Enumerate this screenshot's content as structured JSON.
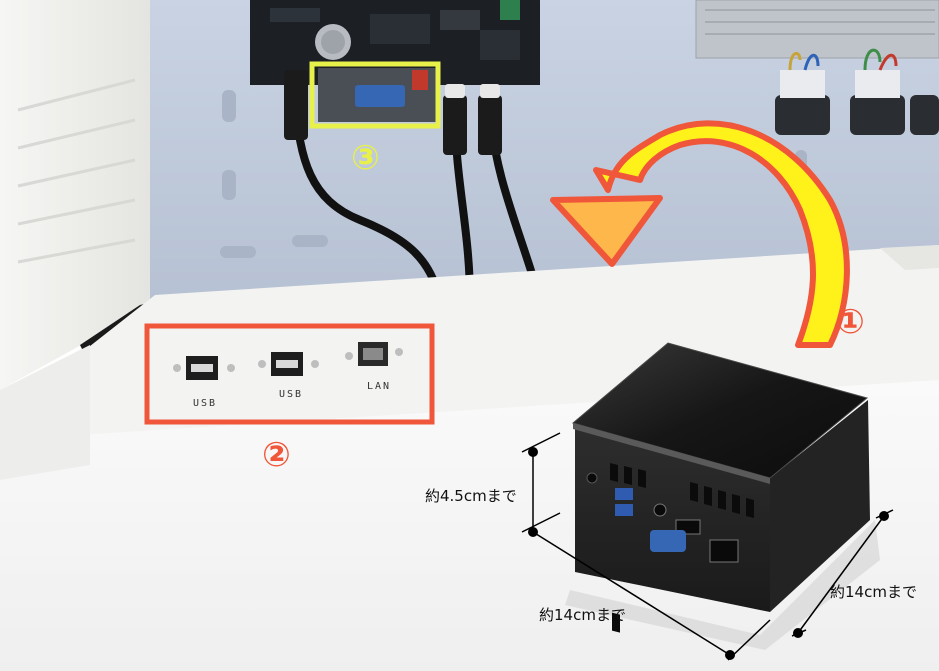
{
  "accent_colors": {
    "red_highlight": "#F0563A",
    "yellow_highlight": "#E8F04A",
    "arrow_fill": "#FFF21A",
    "arrow_tip": "#FDB74A"
  },
  "step_marks": {
    "step_1": "①",
    "step_2": "②",
    "step_3": "③"
  },
  "panel_ports": {
    "usb_1": "USB",
    "usb_2": "USB",
    "lan": "LAN"
  },
  "dimensions": {
    "height": "約4.5cmまで",
    "length": "約14cmまで",
    "width": "約14cmまで"
  },
  "icons": [
    "step-arrow-icon",
    "usb-port-icon",
    "lan-port-icon",
    "dimension-marker-icon"
  ]
}
